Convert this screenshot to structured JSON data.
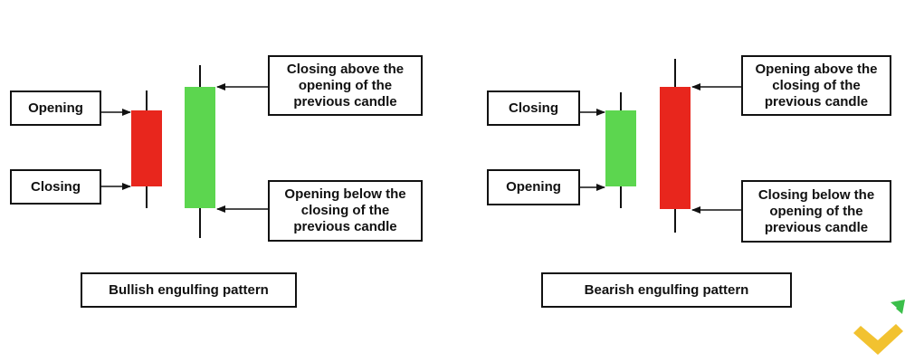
{
  "colors": {
    "bullish": "#5cd64f",
    "bearish": "#e8261d",
    "ink": "#111111"
  },
  "bullish": {
    "opening_label": "Opening",
    "closing_label": "Closing",
    "note_top": "Closing above the opening of the previous candle",
    "note_bottom": "Opening below the closing of the previous candle",
    "title": "Bullish engulfing pattern"
  },
  "bearish": {
    "closing_label": "Closing",
    "opening_label": "Opening",
    "note_top": "Opening above the closing of the previous candle",
    "note_bottom": "Closing below the opening of the previous candle",
    "title": "Bearish engulfing pattern"
  },
  "logo": {
    "icon": "litefinance-logo-icon"
  }
}
